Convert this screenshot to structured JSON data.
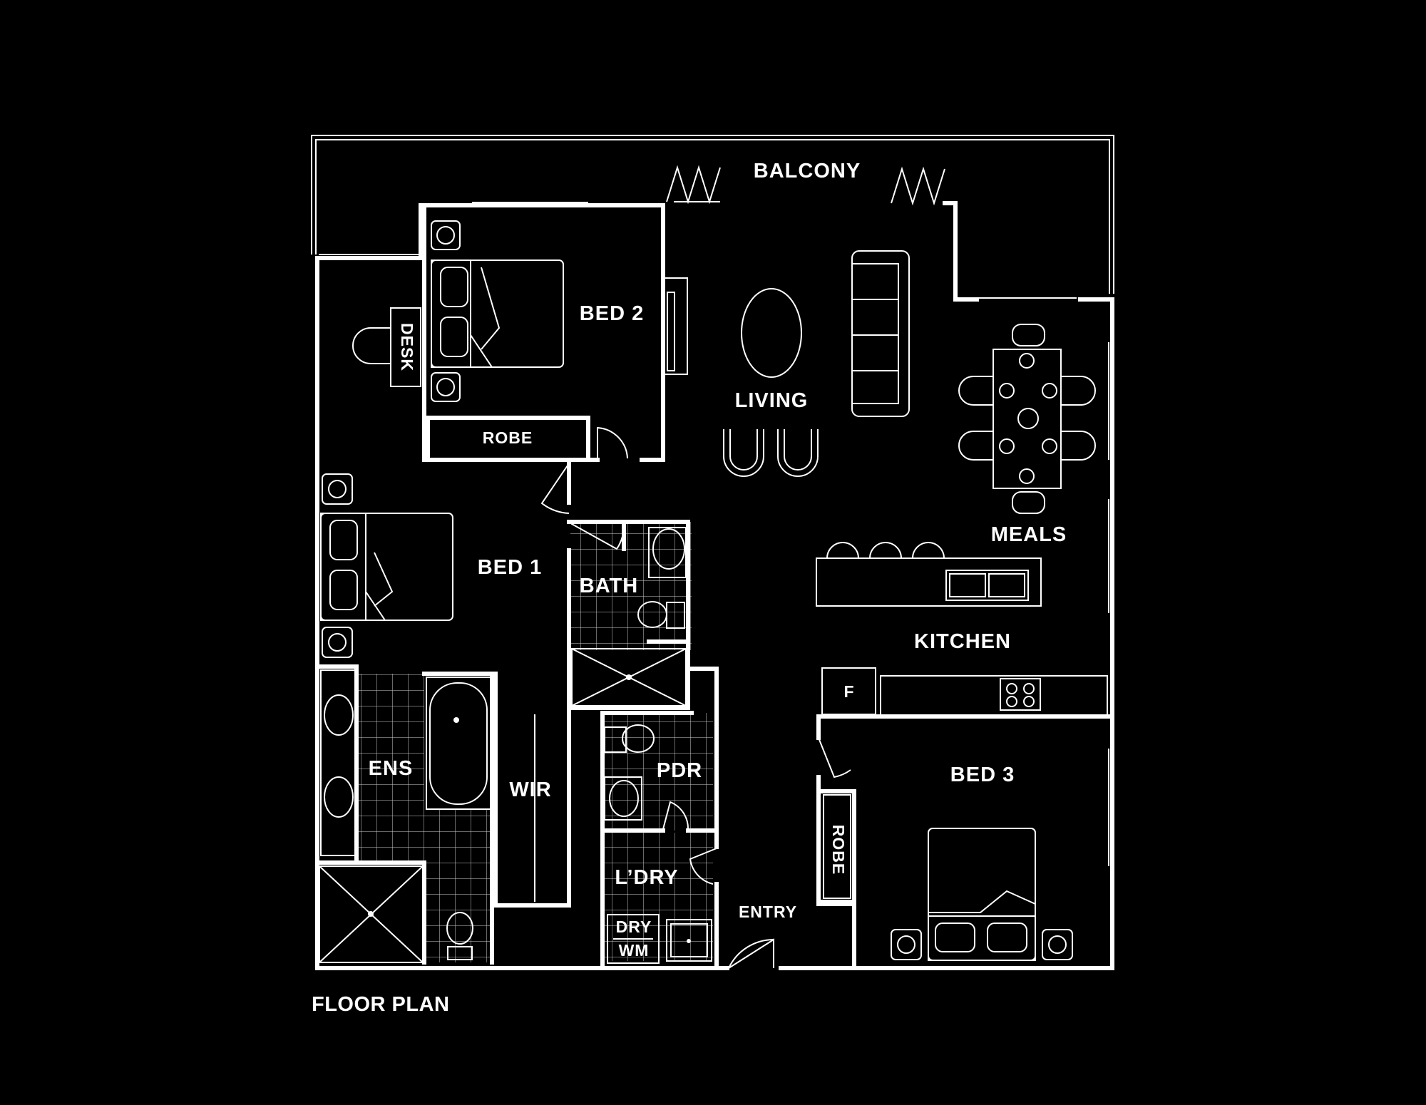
{
  "plan": {
    "caption": "FLOOR PLAN",
    "rooms": {
      "balcony": "BALCONY",
      "bed2": "BED 2",
      "living": "LIVING",
      "meals": "MEALS",
      "bed1": "BED 1",
      "bath": "BATH",
      "kitchen": "KITCHEN",
      "ens": "ENS",
      "wir": "WIR",
      "pdr": "PDR",
      "bed3": "BED 3",
      "ldry": "L’DRY",
      "entry": "ENTRY"
    },
    "fixtures": {
      "desk": "DESK",
      "robe_top": "ROBE",
      "robe_side": "ROBE",
      "fridge": "F",
      "dryer": "DRY",
      "washer": "WM"
    }
  },
  "colors": {
    "background": "#000000",
    "lines": "#ffffff"
  }
}
